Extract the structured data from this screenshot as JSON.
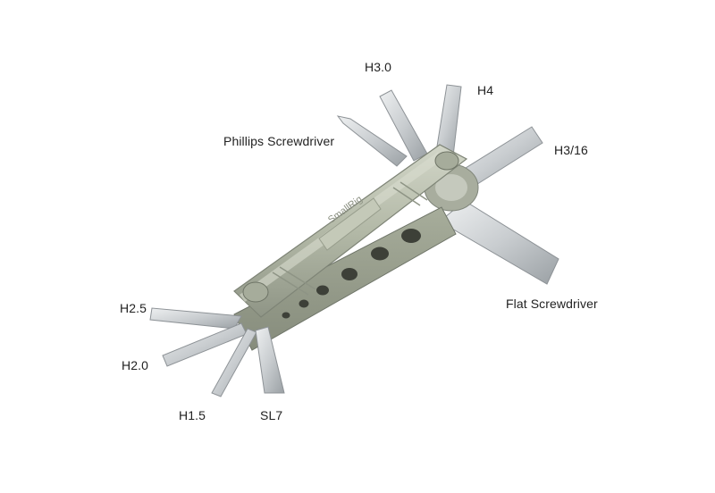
{
  "brand": {
    "logo_text": "SmallRig"
  },
  "labels": {
    "h30": "H3.0",
    "h4": "H4",
    "phillips": "Phillips Screwdriver",
    "h316": "H3/16",
    "flat": "Flat Screwdriver",
    "h25": "H2.5",
    "h20": "H2.0",
    "h15": "H1.5",
    "sl7": "SL7"
  },
  "colors": {
    "background": "#ffffff",
    "body_green": "#b9bfae",
    "body_dark": "#8e9485",
    "steel": "#d3d6d8",
    "steel_dark": "#9ea3a7",
    "label_text": "#222222"
  }
}
